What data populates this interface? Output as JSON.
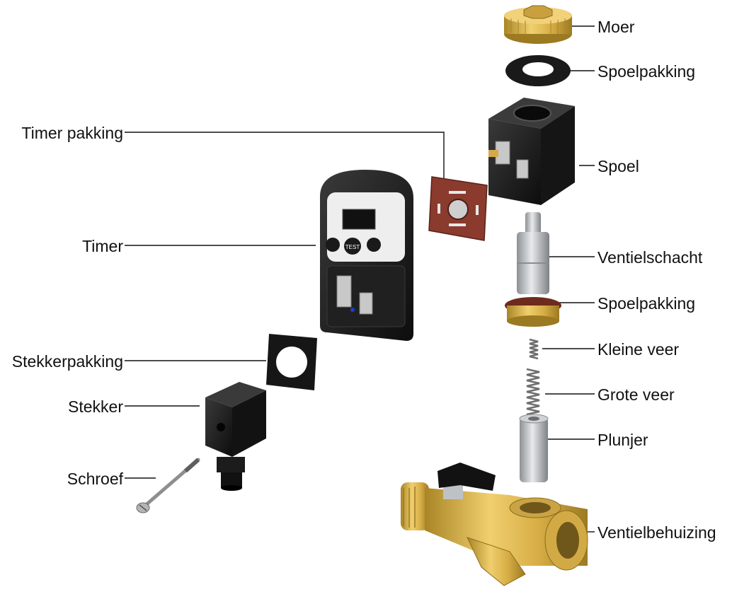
{
  "labels": {
    "moer": "Moer",
    "spoelpakking_top": "Spoelpakking",
    "spoel": "Spoel",
    "ventielschacht": "Ventielschacht",
    "spoelpakking_mid": "Spoelpakking",
    "kleine_veer": "Kleine veer",
    "grote_veer": "Grote veer",
    "plunjer": "Plunjer",
    "ventielbehuizing": "Ventielbehuizing",
    "timer_pakking": "Timer pakking",
    "timer": "Timer",
    "stekkerpakking": "Stekkerpakking",
    "stekker": "Stekker",
    "schroef": "Schroef"
  },
  "timer_display": {
    "test_button": "TEST"
  },
  "colors": {
    "brass": "#d9b04a",
    "brass_dark": "#9c7a22",
    "black_part": "#1c1c1c",
    "gasket_brown": "#8a3b2e",
    "steel": "#b9bcbf",
    "leader_line": "#111111"
  }
}
